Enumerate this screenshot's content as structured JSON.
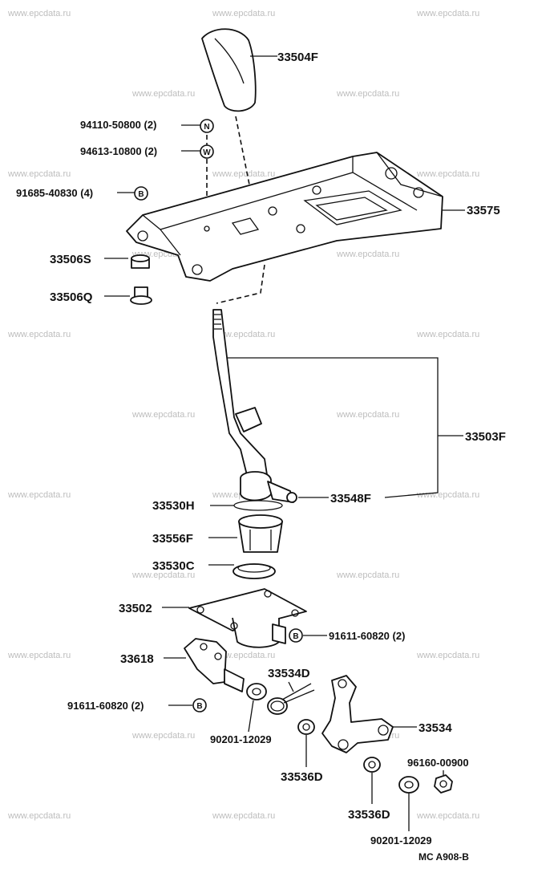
{
  "watermark": "www.epcdata.ru",
  "diagram_code": "MC  A908-B",
  "symbols": {
    "n": "N",
    "w": "W",
    "b": "B"
  },
  "parts": {
    "p33504F": "33504F",
    "p94110": "94110-50800 (2)",
    "p94613": "94613-10800 (2)",
    "p91685": "91685-40830 (4)",
    "p33575": "33575",
    "p33506S": "33506S",
    "p33506Q": "33506Q",
    "p33503F": "33503F",
    "p33530H": "33530H",
    "p33548F": "33548F",
    "p33556F": "33556F",
    "p33530C": "33530C",
    "p33502": "33502",
    "p91611a": "91611-60820 (2)",
    "p33618": "33618",
    "p33534D": "33534D",
    "p91611b": "91611-60820 (2)",
    "p90201a": "90201-12029",
    "p33534": "33534",
    "p33536Da": "33536D",
    "p96160": "96160-00900",
    "p33536Db": "33536D",
    "p90201b": "90201-12029"
  }
}
